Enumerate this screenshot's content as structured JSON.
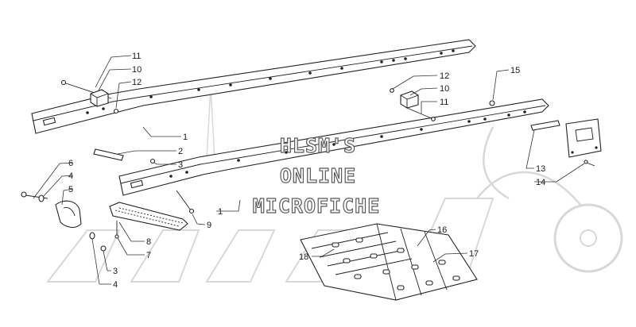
{
  "watermark": {
    "line1": "HLSM'S",
    "line2": "ONLINE",
    "line3": "MICROFICHE"
  },
  "callouts": [
    {
      "id": "c11a",
      "text": "11"
    },
    {
      "id": "c10a",
      "text": "10"
    },
    {
      "id": "c12a",
      "text": "12"
    },
    {
      "id": "c12b",
      "text": "12"
    },
    {
      "id": "c10b",
      "text": "10"
    },
    {
      "id": "c11b",
      "text": "11"
    },
    {
      "id": "c15",
      "text": "15"
    },
    {
      "id": "c1a",
      "text": "1"
    },
    {
      "id": "c2",
      "text": "2"
    },
    {
      "id": "c3a",
      "text": "3"
    },
    {
      "id": "c6",
      "text": "6"
    },
    {
      "id": "c4a",
      "text": "4"
    },
    {
      "id": "c5",
      "text": "5"
    },
    {
      "id": "c1b",
      "text": "1"
    },
    {
      "id": "c9",
      "text": "9"
    },
    {
      "id": "c8",
      "text": "8"
    },
    {
      "id": "c7",
      "text": "7"
    },
    {
      "id": "c3b",
      "text": "3"
    },
    {
      "id": "c4b",
      "text": "4"
    },
    {
      "id": "c13",
      "text": "13"
    },
    {
      "id": "c14",
      "text": "14"
    },
    {
      "id": "c16",
      "text": "16"
    },
    {
      "id": "c17",
      "text": "17"
    },
    {
      "id": "c18",
      "text": "18"
    }
  ]
}
